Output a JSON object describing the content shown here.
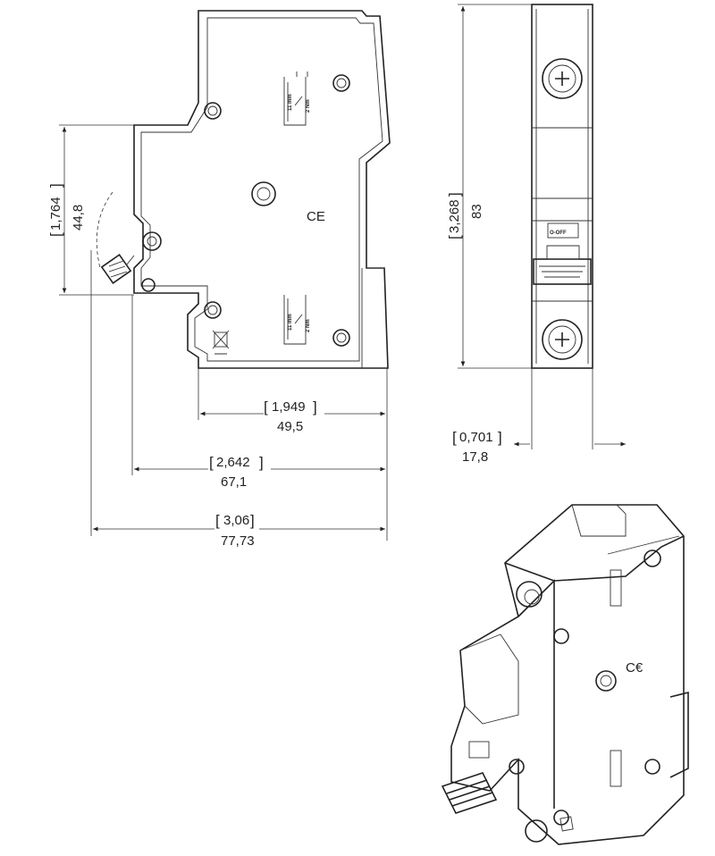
{
  "dimensions": {
    "side_height": {
      "inch": "1,764",
      "mm": "44,8"
    },
    "depth_body": {
      "inch": "1,949",
      "mm": "49,5"
    },
    "depth_mid": {
      "inch": "2,642",
      "mm": "67,1"
    },
    "depth_total": {
      "inch": "3,06",
      "mm": "77,73"
    },
    "front_height": {
      "inch": "3,268",
      "mm": "83"
    },
    "front_width": {
      "inch": "0,701",
      "mm": "17,8"
    }
  },
  "labels": {
    "strip_length": "11 mm",
    "torque": "2 Nm",
    "ce_mark": "CE",
    "switch_state": "O-OFF"
  }
}
